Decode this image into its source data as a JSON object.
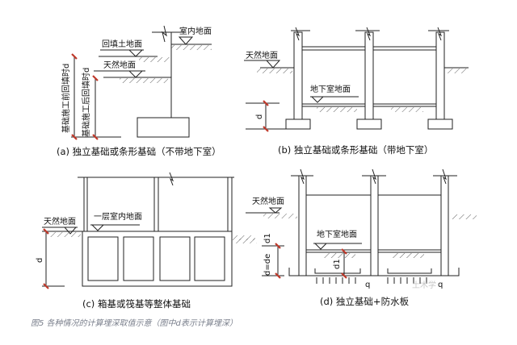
{
  "figure_caption": "图5 各种情况的计算埋深取值示意（图中d表示计算埋深）",
  "panel_a": {
    "caption": "(a) 独立基础或条形基础（不带地下室）",
    "labels": {
      "indoor_ground": "室内地面",
      "backfill_ground": "回填土地面",
      "natural_ground": "天然地面",
      "d_outer": "基础施工前回填时d",
      "d_inner": "基础施工后回填时d"
    }
  },
  "panel_b": {
    "caption": "(b) 独立基础或条形基础（带地下室）",
    "labels": {
      "natural_ground": "天然地面",
      "basement_floor": "地下室地面",
      "d": "d"
    }
  },
  "panel_c": {
    "caption": "(c) 箱基或筏基等整体基础",
    "labels": {
      "natural_ground": "天然地面",
      "basement_floor": "一层室内地面",
      "d": "d"
    }
  },
  "panel_d": {
    "caption": "(d) 独立基础+防水板",
    "labels": {
      "natural_ground": "天然地面",
      "basement_floor": "地下室地面",
      "d1_top": "d1",
      "d_de": "d=de",
      "d1_inner": "d1",
      "q_left": "q",
      "q_right": "q"
    }
  },
  "watermark": "土木学",
  "colors": {
    "line": "#222222",
    "dimension": "#c0392b",
    "caption": "#7a7f8c"
  }
}
